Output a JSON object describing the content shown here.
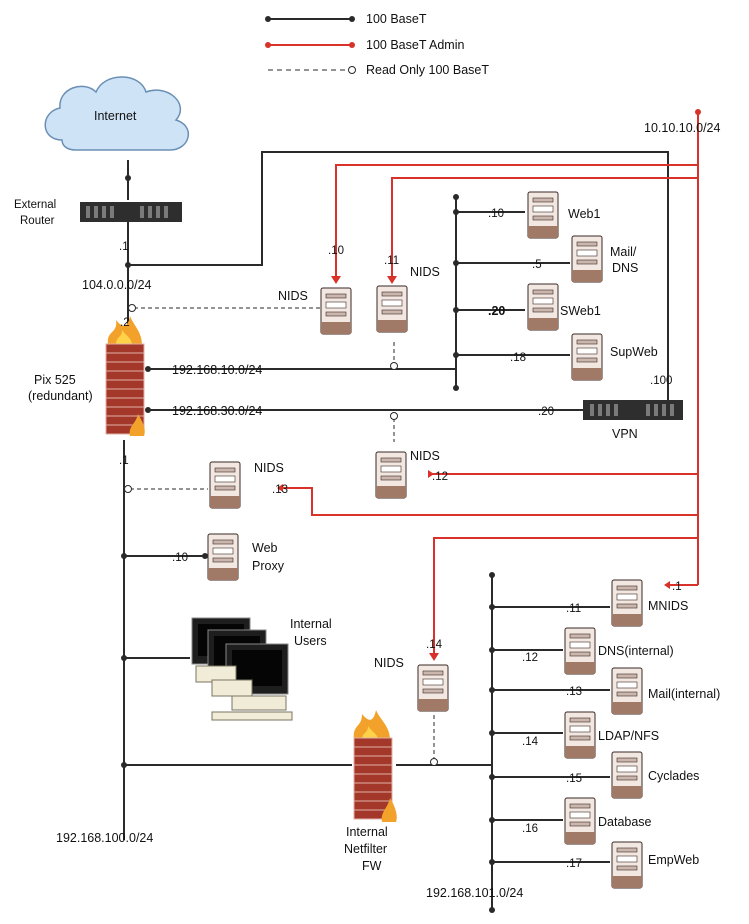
{
  "legend": {
    "items": [
      {
        "label": "100 BaseT"
      },
      {
        "label": "100 BaseT Admin"
      },
      {
        "label": "Read Only 100 BaseT"
      }
    ]
  },
  "colors": {
    "line": "#2a2a2a",
    "admin": "#d8322a",
    "server_fill": "#f3e7e2",
    "server_base": "#a07a66",
    "cloud": "#cfe3f7",
    "cloud_stroke": "#6a8fb5",
    "brick": "#a3382a",
    "flame": "#f2a12b"
  },
  "labels": {
    "internet": "Internet",
    "external_router": [
      "External",
      "Router"
    ],
    "net_104": "104.0.0.0/24",
    "router_dot1": ".1",
    "pix_dot2": ".2",
    "pix_dot1": ".1",
    "pix": [
      "Pix 525",
      "(redundant)"
    ],
    "net_10": "192.168.10.0/24",
    "net_30": "192.168.30.0/24",
    "admin_net": "10.10.10.0/24",
    "vpn": "VPN",
    "vpn_dot100": ".100",
    "vpn_dot20": ".20",
    "nids_a": {
      "label": "NIDS",
      "addr": ".10"
    },
    "nids_b": {
      "label": "NIDS",
      "addr": ".11"
    },
    "nids_c": {
      "label": "NIDS",
      "addr": ".12"
    },
    "nids_d": {
      "label": "NIDS",
      "addr": ".13"
    },
    "nids_e": {
      "label": "NIDS",
      "addr": ".14"
    },
    "web1": {
      "label": "Web1",
      "addr": ".10"
    },
    "mail": {
      "label": [
        "Mail/",
        "DNS"
      ],
      "addr": ".5"
    },
    "sweb1": {
      "label": "SWeb1",
      "addr": ".20"
    },
    "supweb": {
      "label": "SupWeb",
      "addr": ".18"
    },
    "webproxy": {
      "label": [
        "Web",
        "Proxy"
      ],
      "addr": ".10"
    },
    "internal_users": [
      "Internal",
      "Users"
    ],
    "internal_fw": [
      "Internal",
      "Netfilter",
      "FW"
    ],
    "net_100": "192.168.100.0/24",
    "net_101": "192.168.101.0/24",
    "mnids": {
      "label": "MNIDS",
      "addr": ".11",
      "admin_addr": ".1"
    },
    "dns_int": {
      "label": "DNS(internal)",
      "addr": ".12"
    },
    "mail_int": {
      "label": "Mail(internal)",
      "addr": ".13"
    },
    "ldap": {
      "label": "LDAP/NFS",
      "addr": ".14"
    },
    "cyclades": {
      "label": "Cyclades",
      "addr": ".15"
    },
    "database": {
      "label": "Database",
      "addr": ".16"
    },
    "empweb": {
      "label": "EmpWeb",
      "addr": ".17"
    }
  }
}
